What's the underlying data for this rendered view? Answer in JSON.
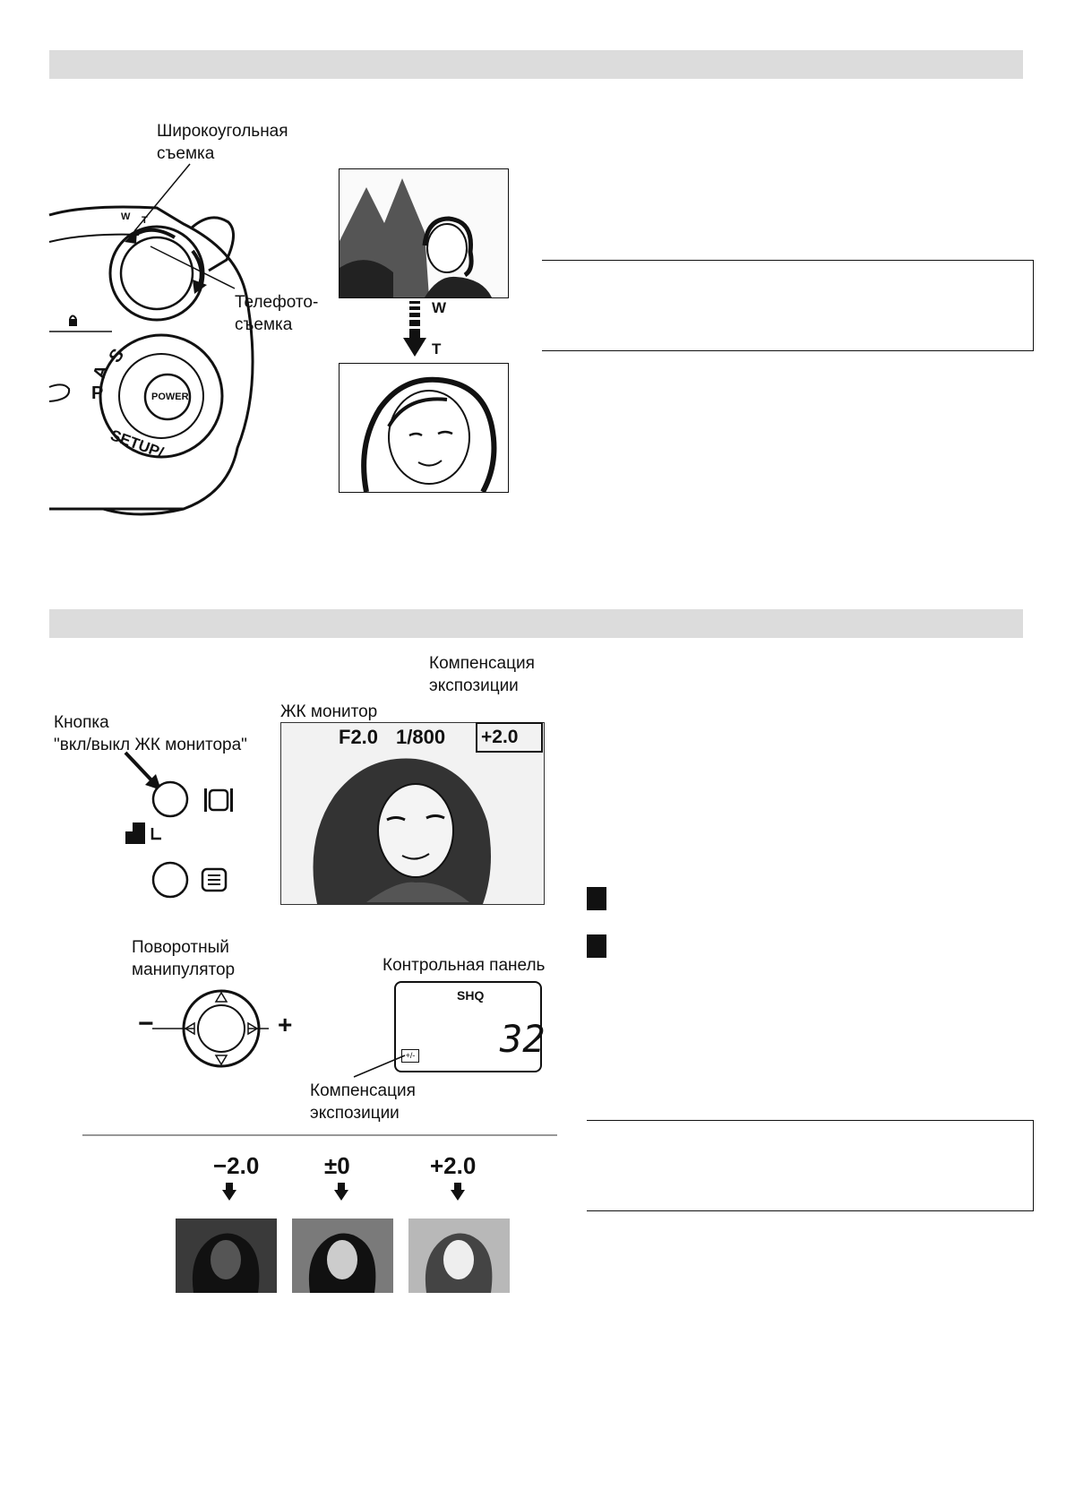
{
  "zoom_section": {
    "label_wide": "Широкоугольная\nсъемка",
    "label_tele": "Телефото-\nсъемка",
    "label_w": "W",
    "label_t": "T",
    "mode_dial": {
      "power_label": "POWER",
      "mode_s": "S",
      "mode_a": "A",
      "mode_p": "P",
      "mode_setup": "SETUP/",
      "ring_w": "W",
      "ring_t": "T"
    }
  },
  "exposure_section": {
    "label_exposure_comp_top": "Компенсация\nэкспозиции",
    "label_lcd_monitor": "ЖК монитор",
    "label_lcd_button": "Кнопка\n\"вкл/выкл ЖК монитора\"",
    "lcd_aperture": "F2.0",
    "lcd_shutter": "1/800",
    "lcd_compensation": "+2.0",
    "label_dial": "Поворотный\nманипулятор",
    "dial_minus": "−",
    "dial_plus": "+",
    "label_control_panel": "Контрольная панель",
    "panel_quality": "SHQ",
    "panel_count": "32",
    "panel_comp_icon": "+/-",
    "label_exposure_comp_bottom": "Компенсация\nэкспозиции",
    "samples": [
      {
        "value": "−2.0"
      },
      {
        "value": "±0"
      },
      {
        "value": "+2.0"
      }
    ]
  },
  "colors": {
    "section_bar": "#dcdcdc",
    "ink": "#111111"
  }
}
